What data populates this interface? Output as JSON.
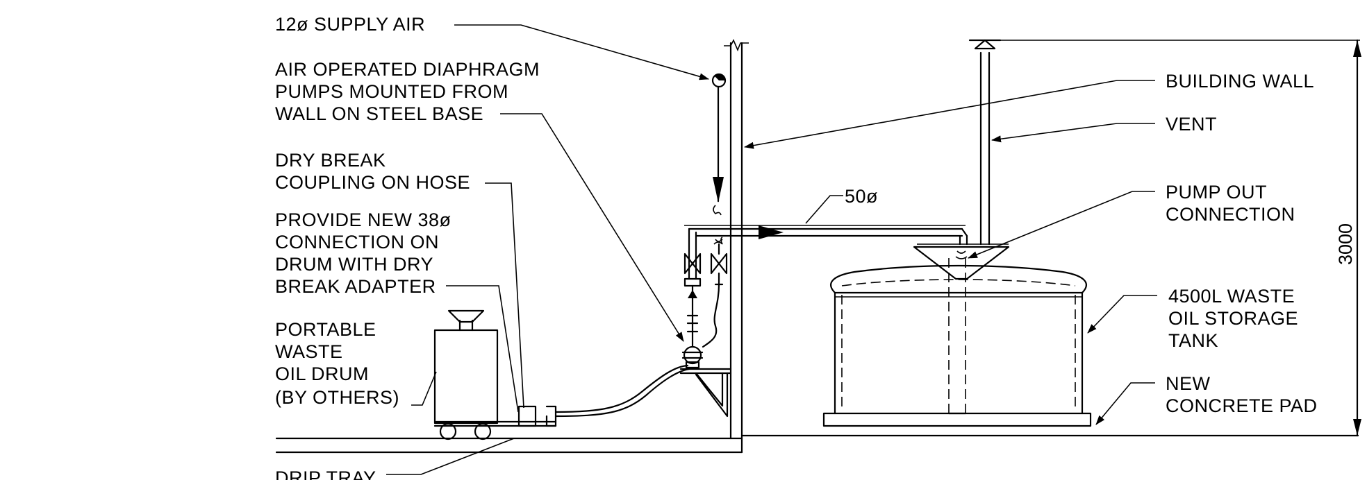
{
  "labels": {
    "supply_air": "12ø  SUPPLY AIR",
    "pumps_1": "AIR  OPERATED  DIAPHRAGM",
    "pumps_2": "PUMPS  MOUNTED  FROM",
    "pumps_3": "WALL  ON  STEEL  BASE",
    "coupling_1": "DRY  BREAK",
    "coupling_2": "COUPLING  ON  HOSE",
    "connection_1": "PROVIDE  NEW  38ø",
    "connection_2": "CONNECTION  ON",
    "connection_3": "DRUM  WITH  DRY",
    "connection_4": "BREAK  ADAPTER",
    "drum_1": "PORTABLE",
    "drum_2": "WASTE",
    "drum_3": "OIL  DRUM",
    "drum_4": "(BY  OTHERS)",
    "drip_tray": "DRIP  TRAY",
    "pipe_size": "50ø",
    "building_wall": "BUILDING  WALL",
    "vent": "VENT",
    "pump_out_1": "PUMP  OUT",
    "pump_out_2": "CONNECTION",
    "tank_1": "4500L  WASTE",
    "tank_2": "OIL  STORAGE",
    "tank_3": "TANK",
    "pad_1": "NEW",
    "pad_2": "CONCRETE  PAD",
    "height_dim": "3000"
  }
}
